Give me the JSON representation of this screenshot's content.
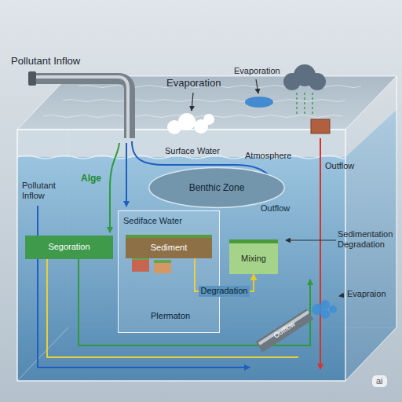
{
  "diagram": {
    "nodes": [
      {
        "text": [
          "Benthic Zone"
        ]
      },
      {
        "text": [
          "Sediface Water"
        ]
      },
      {
        "text": [
          "Sediment"
        ],
        "in": 1
      },
      {
        "text": [
          "Segoration"
        ]
      },
      {
        "text": [
          "Mixing"
        ]
      }
    ],
    "edges": [
      {
        "from": 2,
        "to": 4,
        "arrow": "to",
        "label": "Degradation"
      }
    ],
    "labels": [
      "Pollutant Inflow",
      "Evaporation",
      "Evaporation",
      "Surface Water",
      "Atmosphere",
      "Pollutant Inflow",
      "Alge",
      "Outflow",
      "Outflow",
      "Sedimentation Degradation",
      "Plermaton",
      "Evapraion",
      "Outflow",
      "ai"
    ]
  }
}
